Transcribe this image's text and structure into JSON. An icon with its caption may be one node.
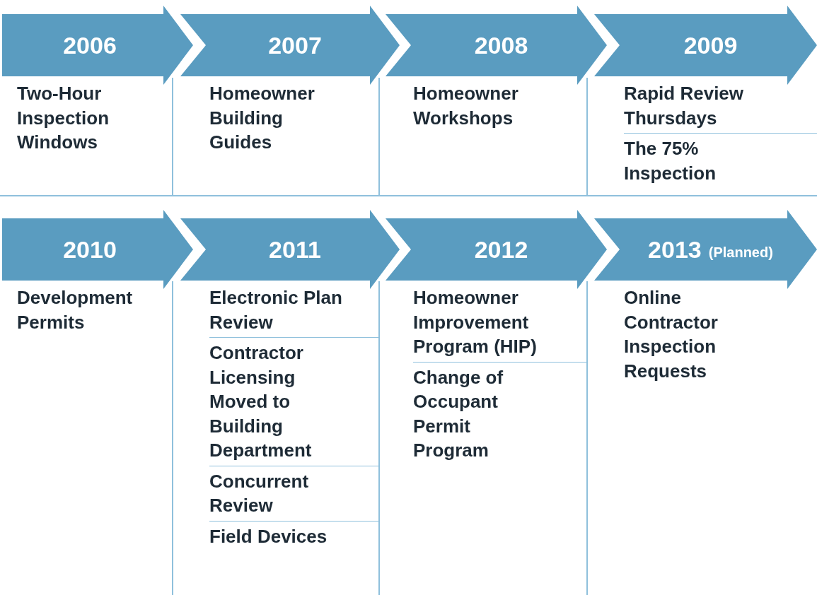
{
  "diagram": {
    "nodes": [
      {
        "text": [
          "2006"
        ],
        "beside": [
          "Two-Hour Inspection Windows"
        ]
      },
      {
        "text": [
          "2007"
        ],
        "beside": [
          "Homeowner Building Guides"
        ]
      },
      {
        "text": [
          "2008"
        ],
        "beside": [
          "Homeowner Workshops"
        ]
      },
      {
        "text": [
          "2009"
        ],
        "beside": [
          "Rapid Review Thursdays",
          "The 75% Inspection"
        ]
      },
      {
        "text": [
          "2010"
        ],
        "beside": [
          "Development Permits"
        ]
      },
      {
        "text": [
          "2011"
        ],
        "beside": [
          "Electronic Plan Review",
          "Contractor Licensing Moved to Building Department",
          "Concurrent Review",
          "Field Devices"
        ]
      },
      {
        "text": [
          "2012"
        ],
        "beside": [
          "Homeowner Improvement Program (HIP)",
          "Change of Occupant Permit Program"
        ]
      },
      {
        "text": [
          "2013",
          "(Planned)"
        ],
        "beside": [
          "Online Contractor Inspection Requests"
        ]
      }
    ]
  }
}
